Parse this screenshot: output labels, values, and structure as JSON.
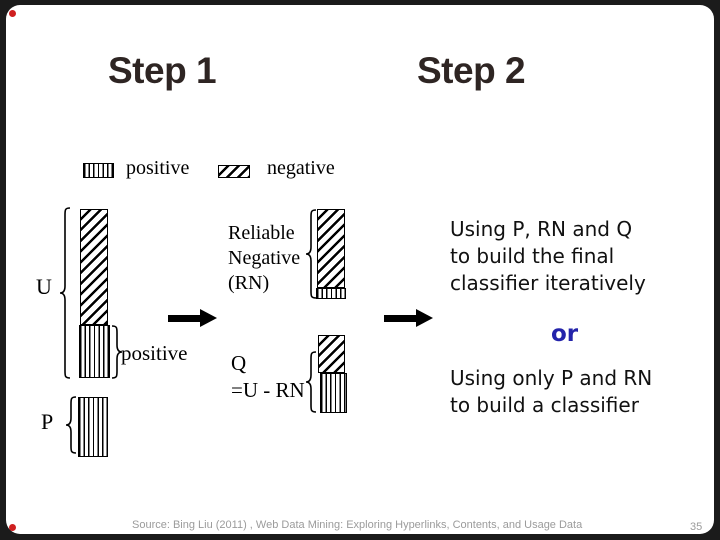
{
  "slide": {
    "titles": {
      "step1": "Step 1",
      "step2": "Step 2"
    },
    "legend": {
      "positive": {
        "label": "positive",
        "pattern": "vertical-stripes"
      },
      "negative": {
        "label": "negative",
        "pattern": "diagonal-stripes"
      }
    },
    "diagram": {
      "u_label": "U",
      "u_positive_label": "positive",
      "p_label": "P",
      "rn_label_lines": [
        "Reliable",
        "Negative",
        "(RN)"
      ],
      "q_label_lines": [
        "Q",
        "=U - RN"
      ]
    },
    "step2_text": {
      "final_lines": [
        "Using P, RN and Q",
        "to build the final",
        "classifier iteratively"
      ],
      "or_label": "or",
      "alt_lines": [
        "Using only P and RN",
        "to build a classifier"
      ]
    },
    "footer": {
      "source": "Source: Bing Liu (2011) , Web Data Mining: Exploring Hyperlinks, Contents, and Usage Data",
      "page": "35"
    },
    "colors": {
      "title": "#2e2523",
      "or_blue": "#2323aa",
      "footer_gray": "#9b9b9b",
      "frame": "#1b1b1b",
      "corner_dot_red": "#cf1f1f"
    }
  }
}
